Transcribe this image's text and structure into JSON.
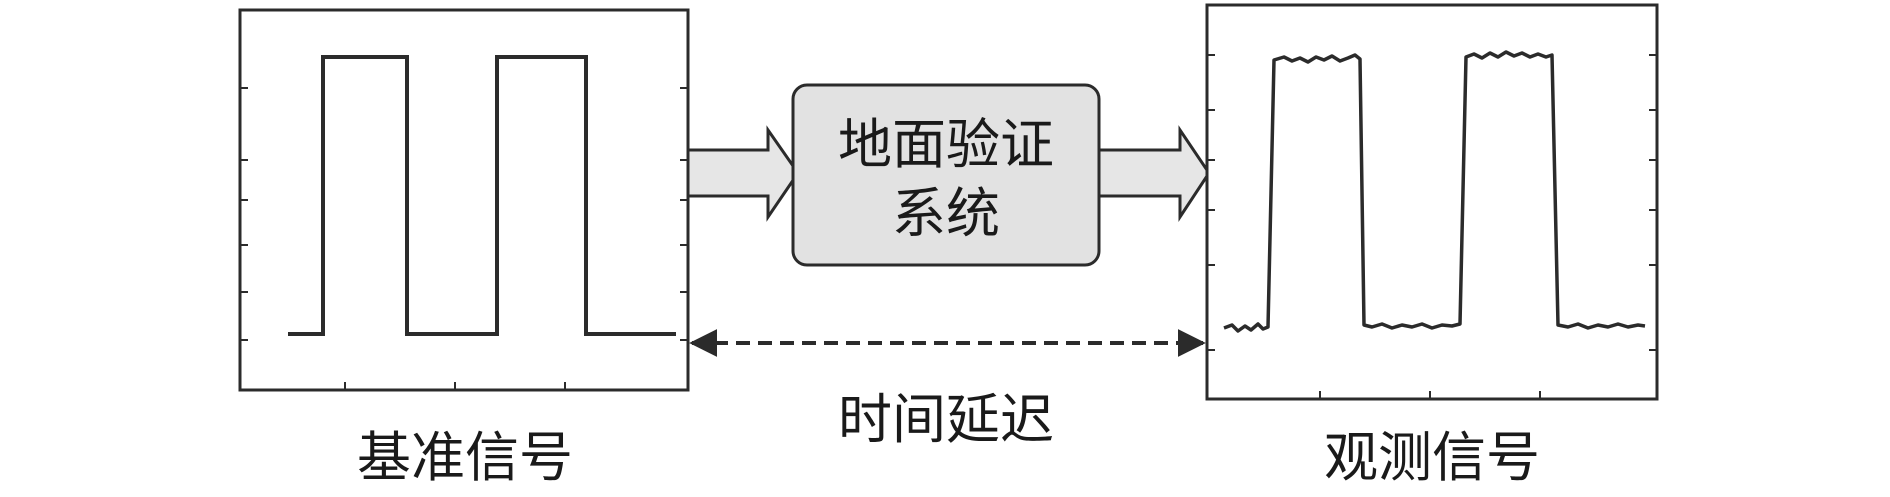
{
  "reference_panel": {
    "caption": "基准信号"
  },
  "observed_panel": {
    "caption": "观测信号"
  },
  "system_box": {
    "line1": "地面验证",
    "line2": "系统"
  },
  "delay_label": "时间延迟",
  "colors": {
    "stroke": "#2b2b2b",
    "box_fill": "#e2e2e2",
    "arrow_fill": "#e6e6e6",
    "text": "#1a1a1a"
  }
}
